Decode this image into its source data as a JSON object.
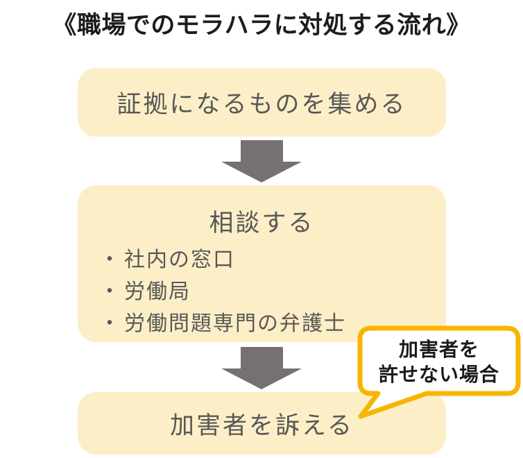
{
  "title": "《職場でのモラハラに対処する流れ》",
  "flow": {
    "step1": {
      "label": "証拠になるものを集める"
    },
    "step2": {
      "title": "相談する",
      "bullet": "・",
      "items": [
        "社内の窓口",
        "労働局",
        "労働問題専門の弁護士"
      ]
    },
    "step3": {
      "label": "加害者を訴える"
    },
    "callout": {
      "line1": "加害者を",
      "line2": "許せない場合"
    }
  },
  "colors": {
    "box_fill": "#FCEFC8",
    "box_text": "#595757",
    "arrow": "#767070",
    "title_text": "#1C1C1C",
    "callout_border": "#F8B500",
    "callout_fill": "#FFFFFF",
    "callout_text": "#1A1A1A",
    "bg": "#FFFFFF"
  }
}
